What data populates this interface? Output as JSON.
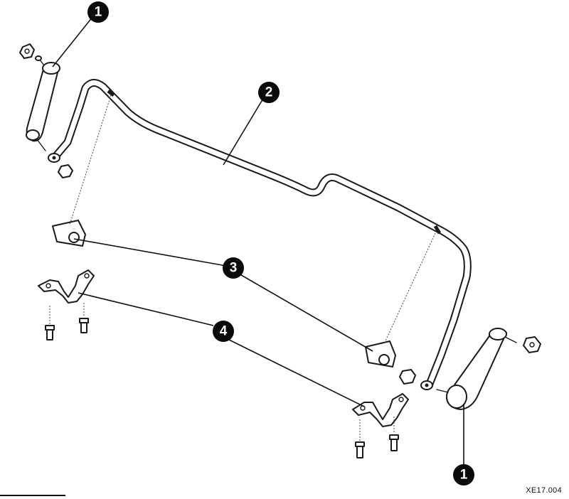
{
  "diagram": {
    "callouts": [
      {
        "label": "1"
      },
      {
        "label": "2"
      },
      {
        "label": "3"
      },
      {
        "label": "4"
      },
      {
        "label": "1"
      }
    ],
    "reference_code": "XE17.004"
  },
  "colors": {
    "ink": "#1a1a1a",
    "background": "#ffffff",
    "callout_fill": "#0a0a0a"
  }
}
